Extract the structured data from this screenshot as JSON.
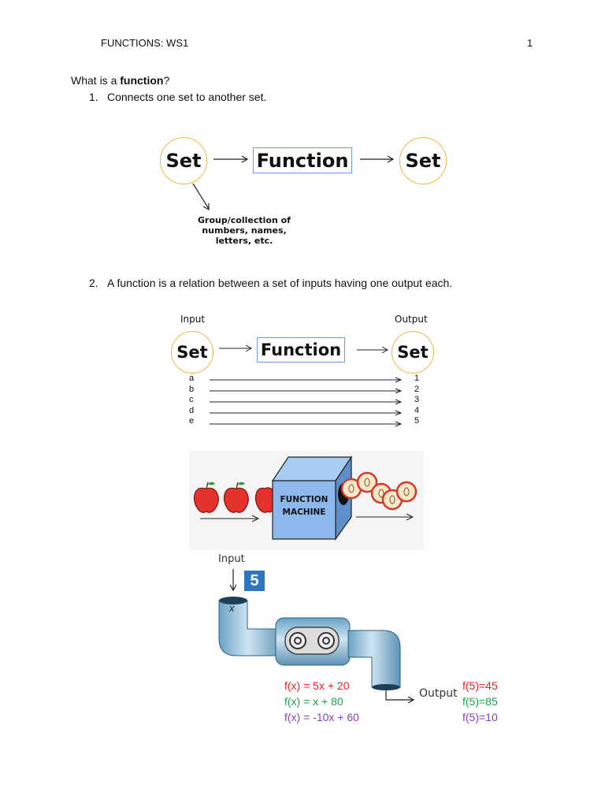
{
  "header": {
    "title": "FUNCTIONS: WS1",
    "page_number": "1"
  },
  "intro": {
    "question_prefix": "What is a ",
    "question_bold": "function",
    "question_suffix": "?"
  },
  "item1": {
    "number": "1.",
    "text": "Connects one set to another set."
  },
  "diagram1": {
    "left": "Set",
    "middle": "Function",
    "right": "Set",
    "annotation_lines": [
      "Group/collection of",
      "numbers, names,",
      "letters, etc."
    ]
  },
  "item2": {
    "number": "2.",
    "text": "A function is a relation between a set of inputs having one output each."
  },
  "diagram2": {
    "input_label": "Input",
    "output_label": "Output",
    "left": "Set",
    "middle": "Function",
    "right": "Set",
    "inputs": [
      "a",
      "b",
      "c",
      "d",
      "e"
    ],
    "outputs": [
      "1",
      "2",
      "3",
      "4",
      "5"
    ]
  },
  "machine": {
    "label_line1": "FUNCTION",
    "label_line2": "MACHINE"
  },
  "pipe": {
    "input_label": "Input",
    "input_value": "5",
    "variable": "x",
    "output_label": "Output",
    "equations": [
      {
        "formula": "f(x) = 5x + 20",
        "result": "f(5)=45",
        "color": "#e8231f"
      },
      {
        "formula": "f(x) = x + 80",
        "result": "f(5)=85",
        "color": "#1aa54a"
      },
      {
        "formula": "f(x) = -10x + 60",
        "result": "f(5)=10",
        "color": "#8a3fc0"
      }
    ]
  }
}
